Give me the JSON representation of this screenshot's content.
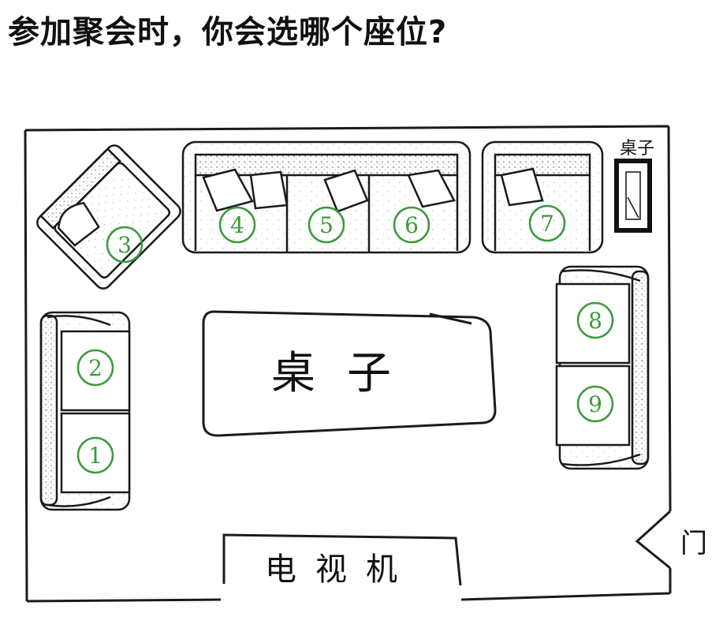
{
  "title": "参加聚会时，你会选哪个座位?",
  "labels": {
    "table": "桌子",
    "tv": "电视机",
    "door": "门",
    "small_table": "桌子"
  },
  "seats": [
    "1",
    "2",
    "3",
    "4",
    "5",
    "6",
    "7",
    "8",
    "9"
  ],
  "colors": {
    "line": "#1a1a1a",
    "seat_number": "#3a9a3a",
    "stipple": "#777777"
  }
}
